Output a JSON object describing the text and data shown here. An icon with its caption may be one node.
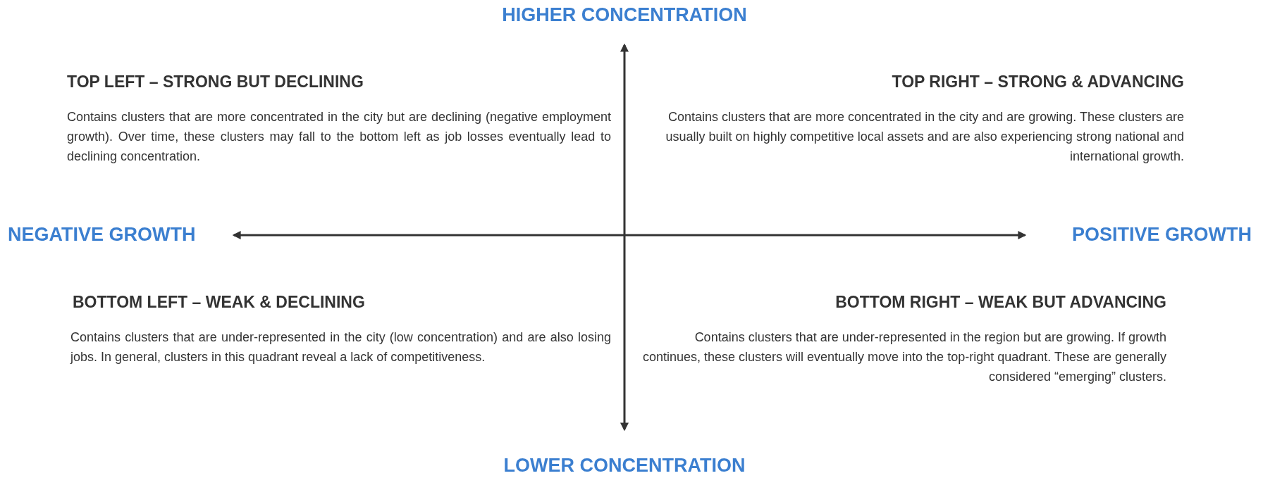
{
  "diagram": {
    "labels": [
      "HIGHER CONCENTRATION",
      "TOP LEFT – STRONG BUT DECLINING",
      "Contains clusters that are more concentrated in the city but are declining (negative employment growth). Over time, these clusters may fall to the bottom left as job losses eventually lead to declining concentration.",
      "TOP RIGHT – STRONG & ADVANCING",
      "Contains clusters that are more concentrated in the city and are growing. These clusters are usually built on highly competitive local assets and are also experiencing strong national and international growth.",
      "NEGATIVE GROWTH",
      "POSITIVE GROWTH",
      "BOTTOM LEFT – WEAK & DECLINING",
      "Contains clusters that are under-represented in the city (low concentration) and are also losing jobs. In general, clusters in this quadrant reveal a lack of competitiveness.",
      "BOTTOM RIGHT – WEAK BUT ADVANCING",
      "Contains clusters that are under-represented in the region but are growing. If growth continues, these clusters will eventually move into the top-right quadrant. These are generally considered “emerging” clusters.",
      "LOWER CONCENTRATION"
    ]
  }
}
